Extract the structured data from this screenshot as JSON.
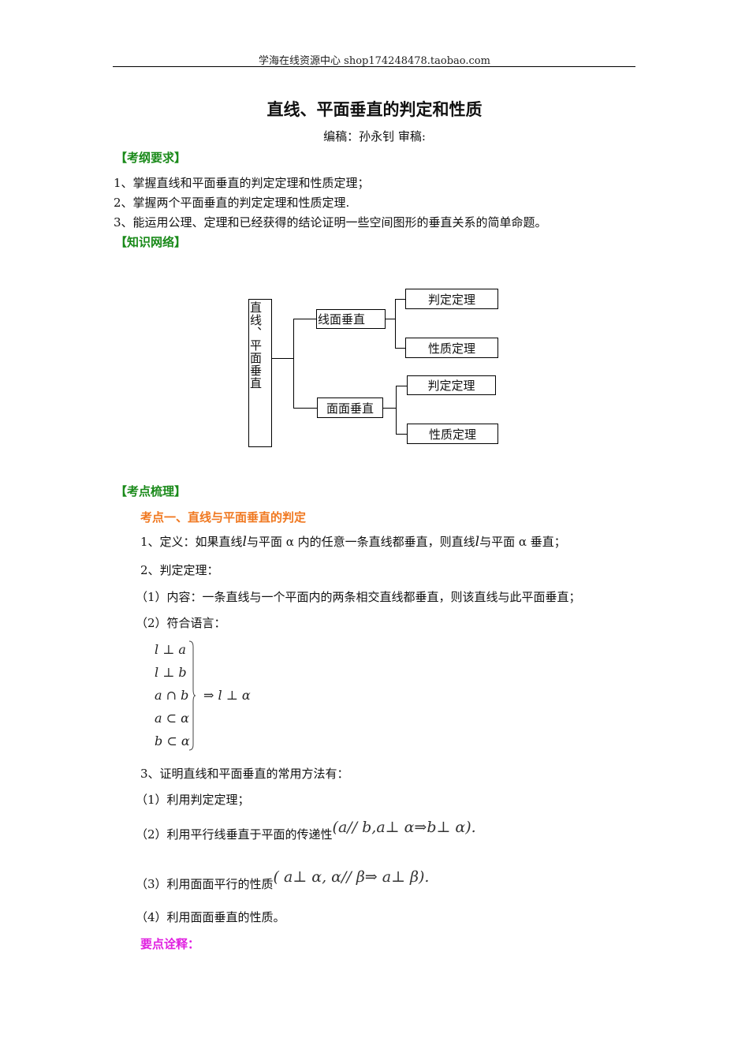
{
  "header": {
    "text": "学海在线资源中心   shop174248478.taobao.com"
  },
  "document": {
    "title": "直线、平面垂直的判定和性质",
    "byline": "编稿：孙永钊     审稿:"
  },
  "sections": {
    "outline": {
      "heading": "【考纲要求】",
      "items": [
        "1、掌握直线和平面垂直的判定定理和性质定理；",
        "2、掌握两个平面垂直的判定定理和性质定理.",
        "3、能运用公理、定理和已经获得的结论证明一些空间图形的垂直关系的简单命题。"
      ]
    },
    "network": {
      "heading": "【知识网络】",
      "diagram": {
        "root": "直线、平面垂直",
        "branches": [
          {
            "label": "线面垂直",
            "children": [
              "判定定理",
              "性质定理"
            ]
          },
          {
            "label": "面面垂直",
            "children": [
              "判定定理",
              "性质定理"
            ]
          }
        ]
      }
    },
    "points": {
      "heading": "【考点梳理】",
      "point1": {
        "title": "考点一、直线与平面垂直的判定",
        "definition": {
          "prefix": "1、定义：如果直线",
          "var_l": "l",
          "mid": "与平面 α 内的任意一条直线都垂直，则直线",
          "suffix": "与平面 α 垂直；"
        },
        "theorem_heading": "2、判定定理：",
        "content": "（1）内容：一条直线与一个平面内的两条相交直线都垂直，则该直线与此平面垂直；",
        "symbolic_label": "（2）符合语言：",
        "symbolic": {
          "conditions": [
            "l ⊥ a",
            "l ⊥ b",
            "a ∩ b",
            "a ⊂ α",
            "b ⊂ α"
          ],
          "conclusion": "⇒  l ⊥ α"
        },
        "methods_heading": "3、证明直线和平面垂直的常用方法有：",
        "methods": [
          {
            "text": "（1）利用判定定理；",
            "formula": ""
          },
          {
            "text": "（2）利用平行线垂直于平面的传递性",
            "formula": "(a// b,a⊥ α⇒b⊥ α)."
          },
          {
            "text": "（3）利用面面平行的性质",
            "formula": "( a⊥ α, α// β⇒ a⊥ β)."
          },
          {
            "text": "（4）利用面面垂直的性质。",
            "formula": ""
          }
        ],
        "notes_heading": "要点诠释："
      }
    }
  },
  "colors": {
    "section_heading": "#1a8a1a",
    "point_title": "#f07820",
    "notes_heading": "#e020e0"
  }
}
